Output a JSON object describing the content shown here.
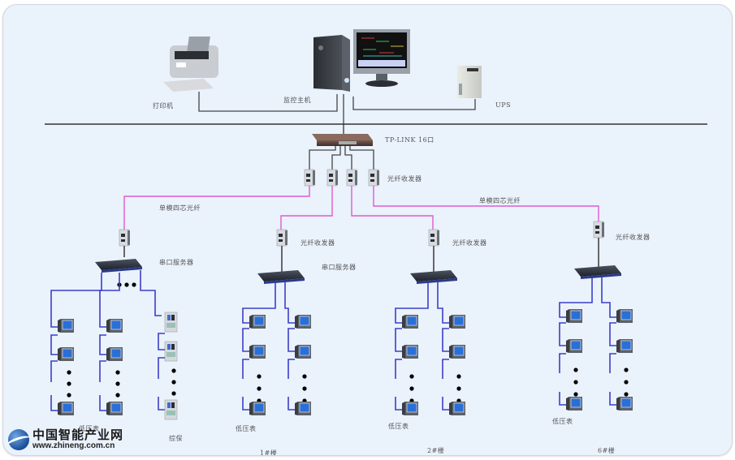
{
  "diagram": {
    "type": "network-topology",
    "top_devices": {
      "printer_label": "打印机",
      "host_label": "监控主机",
      "ups_label": "UPS"
    },
    "switch_label": "TP-LINK 16口",
    "fiber_transceiver_label": "光纤收发器",
    "fiber_cable_label_left": "单模四芯光纤",
    "fiber_cable_label_right": "单模四芯光纤",
    "serial_server_label": "串口服务器",
    "branches": [
      {
        "id": "left",
        "transceiver_label": "",
        "serial_label": "串口服务器",
        "meter_label": "低压表",
        "protection_label": "综保",
        "building_label": ""
      },
      {
        "id": "b1",
        "transceiver_label": "光纤收发器",
        "serial_label": "串口服务器",
        "meter_label": "低压表",
        "building_label": "1#楼"
      },
      {
        "id": "b2",
        "transceiver_label": "光纤收发器",
        "serial_label": "",
        "meter_label": "低压表",
        "building_label": "2#楼"
      },
      {
        "id": "b6",
        "transceiver_label": "光纤收发器",
        "serial_label": "",
        "meter_label": "低压表",
        "building_label": "6#楼"
      }
    ],
    "ellipsis": "•••"
  },
  "watermark": {
    "title": "中国智能产业网",
    "url": "www.zhineng.com.cn"
  },
  "colors": {
    "background": "#eaf2fc",
    "fiber": "#e05ad0",
    "rs485": "#3b3fc8",
    "ethernet": "#444444",
    "meter_screen": "#2a6fd6"
  }
}
